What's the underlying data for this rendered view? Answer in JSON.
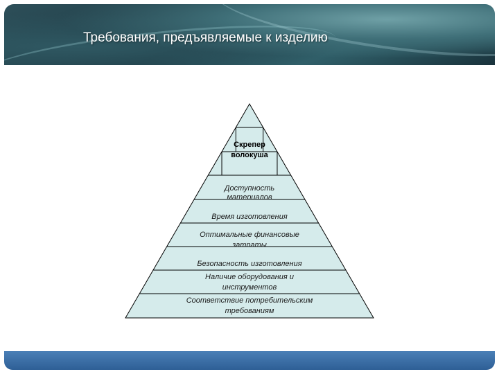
{
  "slide": {
    "title": "Требования, предъявляемые к изделию"
  },
  "pyramid": {
    "fill": "#d5ebeb",
    "stroke": "#000000",
    "levels": [
      {
        "line1": "",
        "line2": ""
      },
      {
        "line1": "Скрепер",
        "line2": "волокуша"
      },
      {
        "line1": "Доступность",
        "line2": "материалов"
      },
      {
        "line1": "Время изготовления",
        "line2": ""
      },
      {
        "line1": "Оптимальные финансовые",
        "line2": "затраты"
      },
      {
        "line1": "Безопасность изготовления",
        "line2": ""
      },
      {
        "line1": "Наличие оборудования и",
        "line2": "инструментов"
      },
      {
        "line1": "Соответствие потребительским",
        "line2": "требованиям"
      }
    ]
  },
  "colors": {
    "header_dark": "#1d3a44",
    "footer_blue": "#2e5f96"
  }
}
